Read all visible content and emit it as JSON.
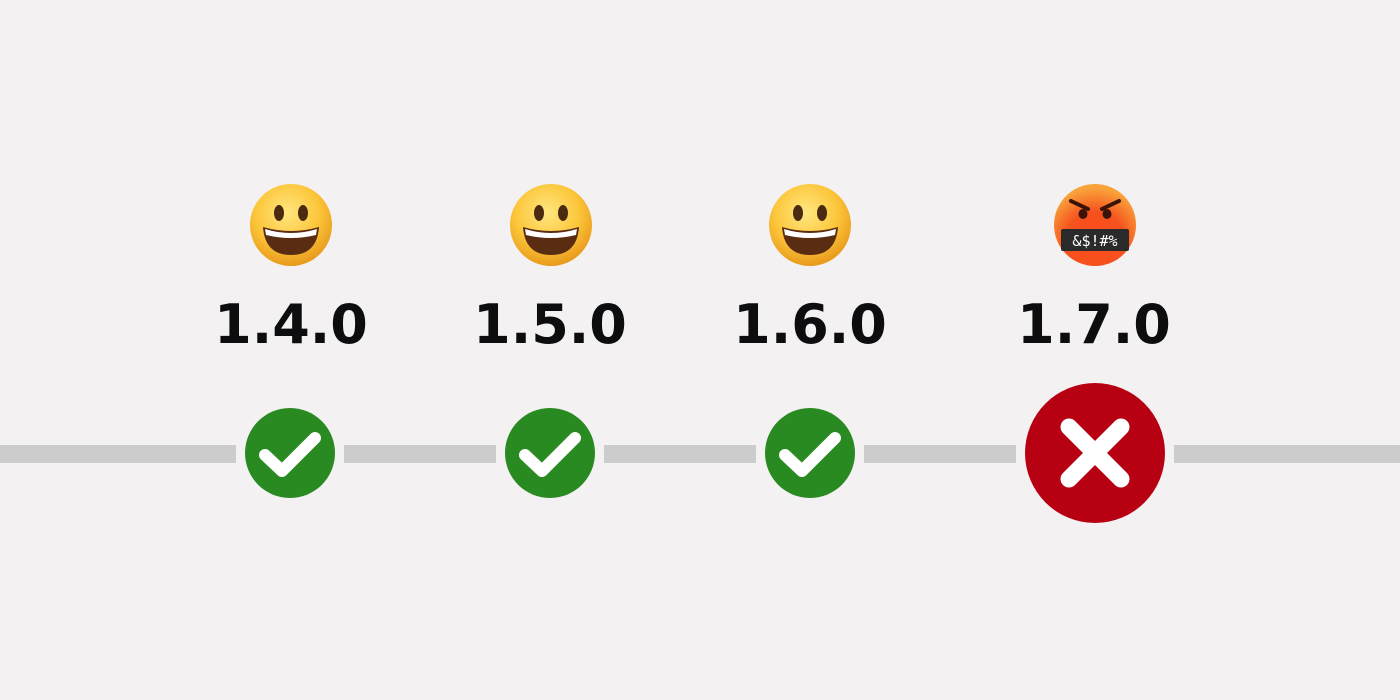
{
  "timeline": {
    "line_color": "#cccccc",
    "background": "#f3f1f2"
  },
  "versions": [
    {
      "label": "1.4.0",
      "mood": "grinning-face",
      "status": "pass"
    },
    {
      "label": "1.5.0",
      "mood": "grinning-face",
      "status": "pass"
    },
    {
      "label": "1.6.0",
      "mood": "grinning-face",
      "status": "pass"
    },
    {
      "label": "1.7.0",
      "mood": "face-with-symbols-on-mouth",
      "status": "fail",
      "censor_text": "&$!#%"
    }
  ],
  "colors": {
    "pass": "#2a8a22",
    "fail": "#b80013",
    "mark": "#ffffff"
  }
}
